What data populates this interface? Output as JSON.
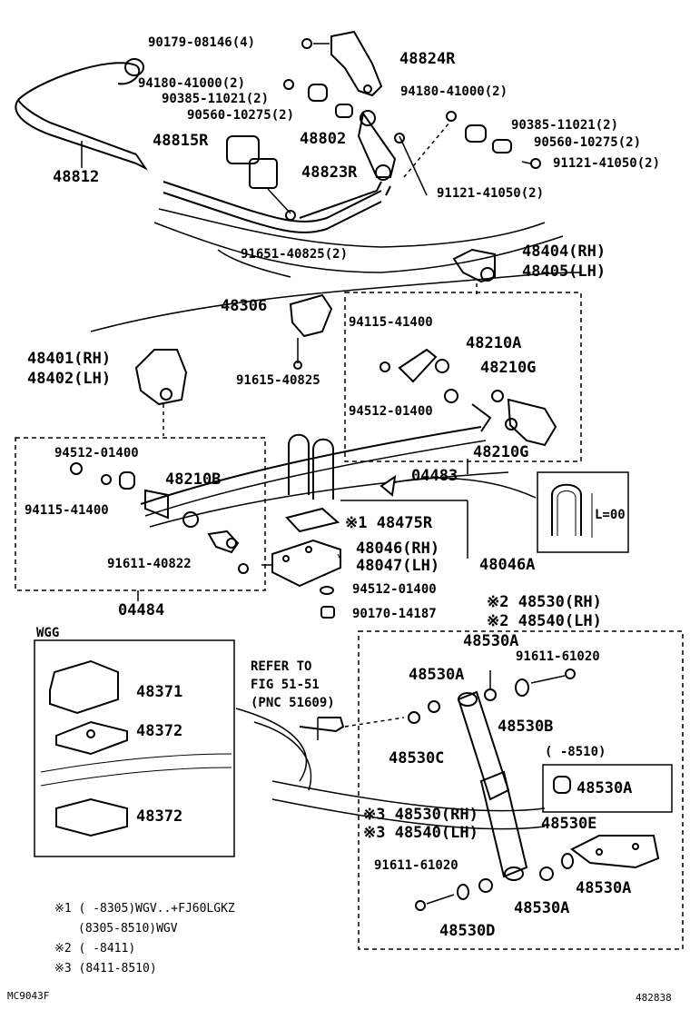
{
  "labels": {
    "p90179": "90179-08146(4)",
    "p48824R": "48824R",
    "p94180a": "94180-41000(2)",
    "p90385a": "90385-11021(2)",
    "p90560a": "90560-10275(2)",
    "p94180b": "94180-41000(2)",
    "p90385b": "90385-11021(2)",
    "p90560b": "90560-10275(2)",
    "p91121a": "91121-41050(2)",
    "p91121b": "91121-41050(2)",
    "p48815R": "48815R",
    "p48802": "48802",
    "p48823R": "48823R",
    "p48812": "48812",
    "p91651": "91651-40825(2)",
    "p48404": "48404(RH)",
    "p48405": "48405(LH)",
    "p48306": "48306",
    "p94115a": "94115-41400",
    "p48210A": "48210A",
    "p48210G1": "48210G",
    "p94512a": "94512-01400",
    "p48210G2": "48210G",
    "p48401": "48401(RH)",
    "p48402": "48402(LH)",
    "p91615": "91615-40825",
    "p94512b": "94512-01400",
    "p48210B": "48210B",
    "p94115b": "94115-41400",
    "p04483": "04483",
    "p48475R": "※1 48475R",
    "p48046": "48046(RH)",
    "p48047": "48047(LH)",
    "p48046A": "48046A",
    "p91611a": "91611-40822",
    "p94512c": "94512-01400",
    "p90170": "90170-14187",
    "p04484": "04484",
    "p48530RH": "※2 48530(RH)",
    "p48540LH": "※2 48540(LH)",
    "wgg": "WGG",
    "p48371": "48371",
    "p48372a": "48372",
    "p48372b": "48372",
    "refer1": "REFER TO",
    "refer2": "FIG 51-51",
    "refer3": "(PNC 51609)",
    "p48530A1": "48530A",
    "p48530A2": "48530A",
    "p91611b": "91611-61020",
    "p48530B": "48530B",
    "p48530C": "48530C",
    "p8510": "(      -8510)",
    "p48530A3": "48530A",
    "p48530RH3": "※3 48530(RH)",
    "p48540LH3": "※3 48540(LH)",
    "p48530E": "48530E",
    "p91611c": "91611-61020",
    "p48530A4": "48530A",
    "p48530A5": "48530A",
    "p48530D": "48530D",
    "lprime": "L=00"
  },
  "notes": {
    "n1": "※1 (      -8305)WGV..+FJ60LGKZ",
    "n1b": "(8305-8510)WGV",
    "n2": "※2 (      -8411)",
    "n3": "※3 (8411-8510)"
  },
  "footer": {
    "left": "MC9043F",
    "right": "482838"
  }
}
